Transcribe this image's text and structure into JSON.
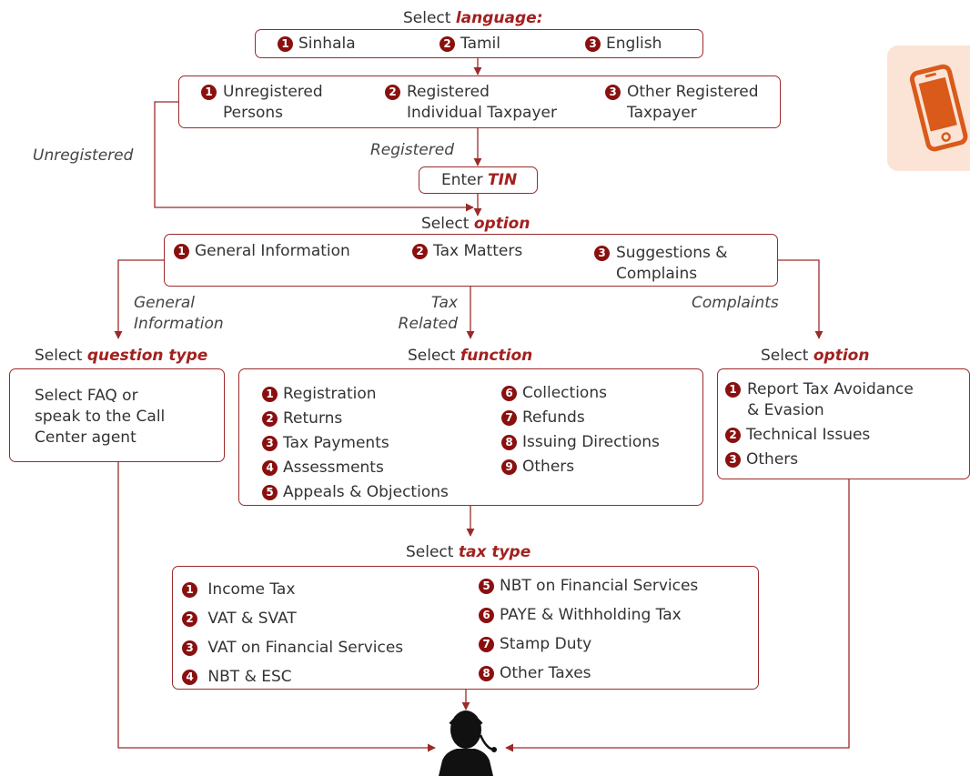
{
  "colors": {
    "accent": "#a3201f",
    "line": "#9b2a2a",
    "badge": "#8a1010",
    "phone_tile": "#fbe4d6",
    "phone": "#d95a1a"
  },
  "icons": {
    "phone": "mobile-phone-icon",
    "agent": "call-center-agent-icon",
    "arrow": "arrow-head-icon"
  },
  "language": {
    "prefix": "Select ",
    "emph": "language:",
    "items": [
      {
        "n": "1",
        "label": "Sinhala"
      },
      {
        "n": "2",
        "label": "Tamil"
      },
      {
        "n": "3",
        "label": "English"
      }
    ]
  },
  "caller": {
    "items": [
      {
        "n": "1",
        "line1": "Unregistered",
        "line2": "Persons"
      },
      {
        "n": "2",
        "line1": "Registered",
        "line2": "Individual Taxpayer"
      },
      {
        "n": "3",
        "line1": "Other Registered",
        "line2": "Taxpayer"
      }
    ]
  },
  "edges": {
    "unregistered": "Unregistered",
    "registered": "Registered",
    "general_1": "General",
    "general_2": "Information",
    "tax_1": "Tax",
    "tax_2": "Related",
    "complaints": "Complaints"
  },
  "tin": {
    "prefix": "Enter ",
    "emph": "TIN"
  },
  "option": {
    "prefix": "Select ",
    "emph": "option",
    "items": [
      {
        "n": "1",
        "label": "General Information"
      },
      {
        "n": "2",
        "label": "Tax Matters"
      },
      {
        "n": "3",
        "line1": "Suggestions &",
        "line2": "Complains"
      }
    ]
  },
  "question": {
    "prefix": "Select ",
    "emph": "question type",
    "lines": [
      "Select FAQ or",
      "speak to the Call",
      "Center agent"
    ]
  },
  "function": {
    "prefix": "Select ",
    "emph": "function",
    "left": [
      {
        "n": "1",
        "label": "Registration"
      },
      {
        "n": "2",
        "label": "Returns"
      },
      {
        "n": "3",
        "label": "Tax Payments"
      },
      {
        "n": "4",
        "label": "Assessments"
      },
      {
        "n": "5",
        "label": "Appeals & Objections"
      }
    ],
    "right": [
      {
        "n": "6",
        "label": "Collections"
      },
      {
        "n": "7",
        "label": "Refunds"
      },
      {
        "n": "8",
        "label": "Issuing Directions"
      },
      {
        "n": "9",
        "label": "Others"
      }
    ]
  },
  "complaint_option": {
    "prefix": "Select ",
    "emph": "option",
    "items": [
      {
        "n": "1",
        "line1": "Report Tax Avoidance",
        "line2": "& Evasion"
      },
      {
        "n": "2",
        "label": "Technical Issues"
      },
      {
        "n": "3",
        "label": "Others"
      }
    ]
  },
  "tax_type": {
    "prefix": "Select ",
    "emph": "tax type",
    "left": [
      {
        "n": "1",
        "label": "Income Tax"
      },
      {
        "n": "2",
        "label": "VAT & SVAT"
      },
      {
        "n": "3",
        "label": "VAT  on Financial Services"
      },
      {
        "n": "4",
        "label": "NBT & ESC"
      }
    ],
    "right": [
      {
        "n": "5",
        "label": "NBT on Financial Services"
      },
      {
        "n": "6",
        "label": "PAYE & Withholding Tax"
      },
      {
        "n": "7",
        "label": "Stamp Duty"
      },
      {
        "n": "8",
        "label": "Other Taxes"
      }
    ]
  }
}
